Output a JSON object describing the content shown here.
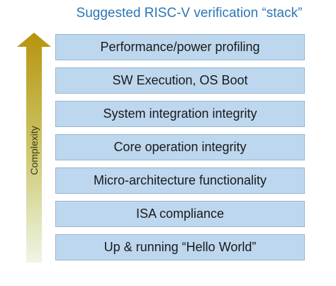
{
  "title": "Suggested RISC-V verification “stack”",
  "axis_label": "Complexity",
  "layers": [
    "Performance/power profiling",
    "SW Execution, OS Boot",
    "System integration integrity",
    "Core operation integrity",
    "Micro-architecture functionality",
    "ISA compliance",
    "Up & running “Hello World”"
  ],
  "colors": {
    "title": "#2e75b6",
    "layer_fill": "#bdd7ee",
    "arrow_top": "#b8930c",
    "arrow_bottom": "#e6f2d4"
  }
}
